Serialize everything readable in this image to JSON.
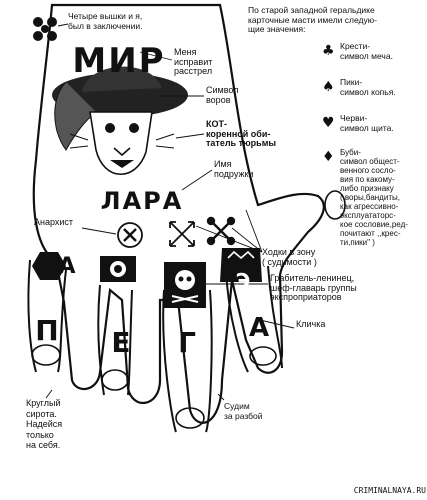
{
  "hand": {
    "top_word": "МИР",
    "wrist_word": "ЛАРА",
    "finger_letters": [
      "А",
      "П",
      "Е",
      "Г",
      "А",
      "Э"
    ]
  },
  "callouts": {
    "towers": "Четыре вышки и я,\nбыл в заключении.",
    "execution": "Меня\nисправит\nрасстрел",
    "thieves_symbol": "Символ\nворов",
    "cat": "КОТ-\nкоренной оби-\nтатель тюрьмы",
    "girlfriend": "Имя\nподружки",
    "anarchist": "Анархист",
    "walks": "Ходки в зону\n( судимости )",
    "robber": "Грабитель-ленинец,\nшеф-главарь группы\nэкспроприаторов",
    "nickname": "Кличка",
    "orphan": "Круглый\nсирота.\nНадейся\nтолько\nна себя.",
    "convicted": "Судим\nза разбой"
  },
  "legend": {
    "intro": "По старой западной геральдике\nкарточные масти имели следую-\nщие значения:",
    "items": [
      {
        "icon": "club-icon",
        "glyph": "♣",
        "text": "Крести-\nсимвол меча."
      },
      {
        "icon": "spade-icon",
        "glyph": "♠",
        "text": "Пики-\nсимвол копья."
      },
      {
        "icon": "heart-icon",
        "glyph": "♥",
        "text": "Черви-\nсимвол щита."
      },
      {
        "icon": "diamond-icon",
        "glyph": "♦",
        "text": "Буби-\nсимвол общест-\nвенного сосло-\nвия по какому-\nлибо признаку\n( воры,бандиты,\nкак агрессивно-\nэксплуататорс-\nкое сословие,ред-\nпочитают ,,крес-\nти,пики\" )"
      }
    ]
  },
  "watermark": "CRIMINALNAYA.RU",
  "colors": {
    "ink": "#111111",
    "paper": "#ffffff"
  }
}
